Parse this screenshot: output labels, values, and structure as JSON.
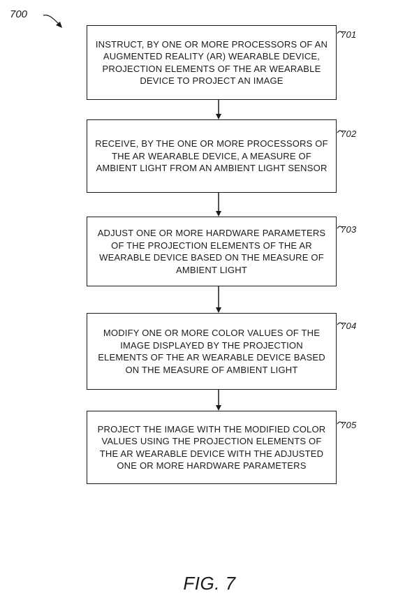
{
  "figure": {
    "number": "700",
    "caption": "FIG. 7"
  },
  "steps": [
    {
      "ref": "701",
      "text": "INSTRUCT, BY ONE OR MORE PROCESSORS OF AN AUGMENTED REALITY (AR) WEARABLE DEVICE, PROJECTION ELEMENTS OF THE AR WEARABLE DEVICE TO PROJECT AN IMAGE"
    },
    {
      "ref": "702",
      "text": "RECEIVE, BY THE ONE OR MORE PROCESSORS OF THE AR WEARABLE DEVICE, A MEASURE OF AMBIENT LIGHT FROM AN AMBIENT LIGHT SENSOR"
    },
    {
      "ref": "703",
      "text": "ADJUST ONE OR MORE HARDWARE PARAMETERS OF THE PROJECTION ELEMENTS OF THE AR WEARABLE DEVICE BASED ON THE MEASURE OF AMBIENT LIGHT"
    },
    {
      "ref": "704",
      "text": "MODIFY ONE OR MORE COLOR VALUES OF THE IMAGE DISPLAYED BY THE PROJECTION ELEMENTS OF THE AR WEARABLE DEVICE BASED ON THE MEASURE OF AMBIENT LIGHT"
    },
    {
      "ref": "705",
      "text": "PROJECT THE IMAGE WITH THE MODIFIED COLOR VALUES USING THE PROJECTION ELEMENTS OF THE AR WEARABLE DEVICE WITH THE ADJUSTED ONE OR MORE HARDWARE PARAMETERS"
    }
  ]
}
